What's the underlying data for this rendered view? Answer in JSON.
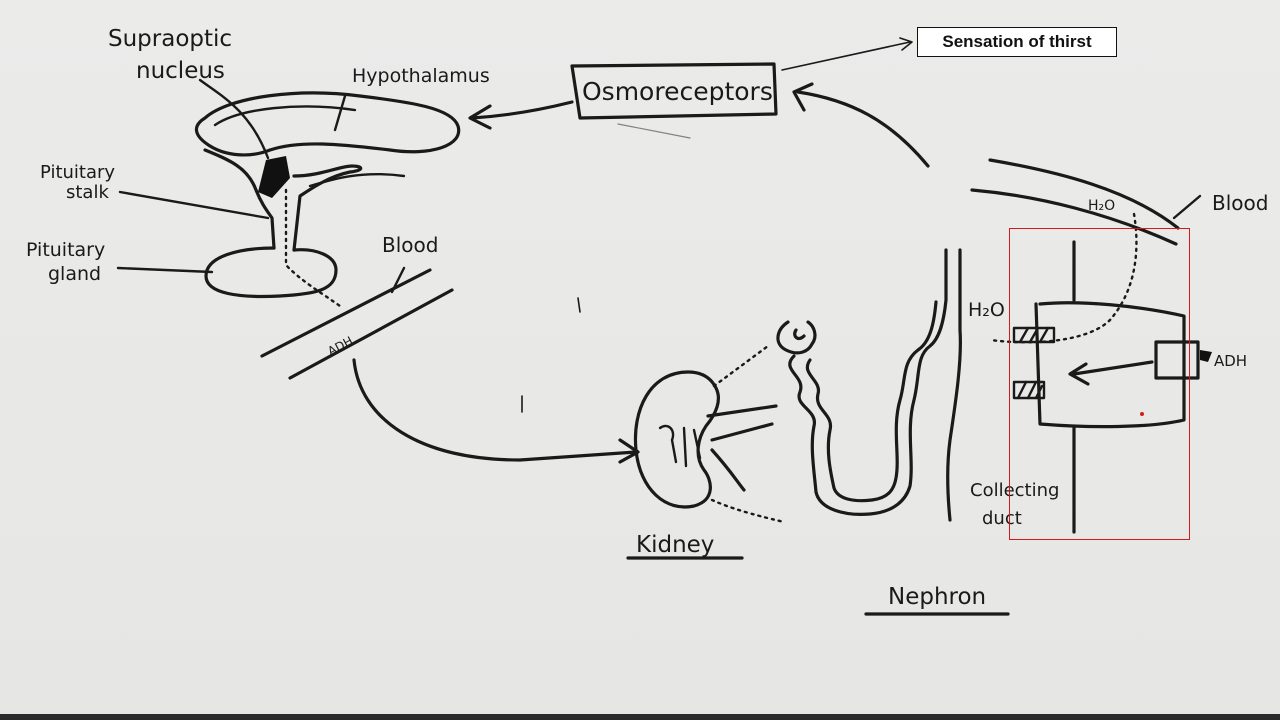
{
  "labels": {
    "supraoptic_line1": "Supraoptic",
    "supraoptic_line2": "nucleus",
    "hypothalamus": "Hypothalamus",
    "osmoreceptors": "Osmoreceptors",
    "sensation_of_thirst": "Sensation of thirst",
    "pituitary_stalk_line1": "Pituitary",
    "pituitary_stalk_line2": "stalk",
    "pituitary_gland_line1": "Pituitary",
    "pituitary_gland_line2": "gland",
    "blood_left": "Blood",
    "adh_vessel": "ADH",
    "kidney": "Kidney",
    "nephron": "Nephron",
    "h2o_nephron": "H₂O",
    "h2o_blood": "H₂O",
    "blood_right": "Blood",
    "adh_receptor": "ADH",
    "collecting_line1": "Collecting",
    "collecting_line2": "duct"
  },
  "colors": {
    "ink": "#1a1a1a",
    "board": "#e9e9e7",
    "highlight": "#d21c1c"
  }
}
